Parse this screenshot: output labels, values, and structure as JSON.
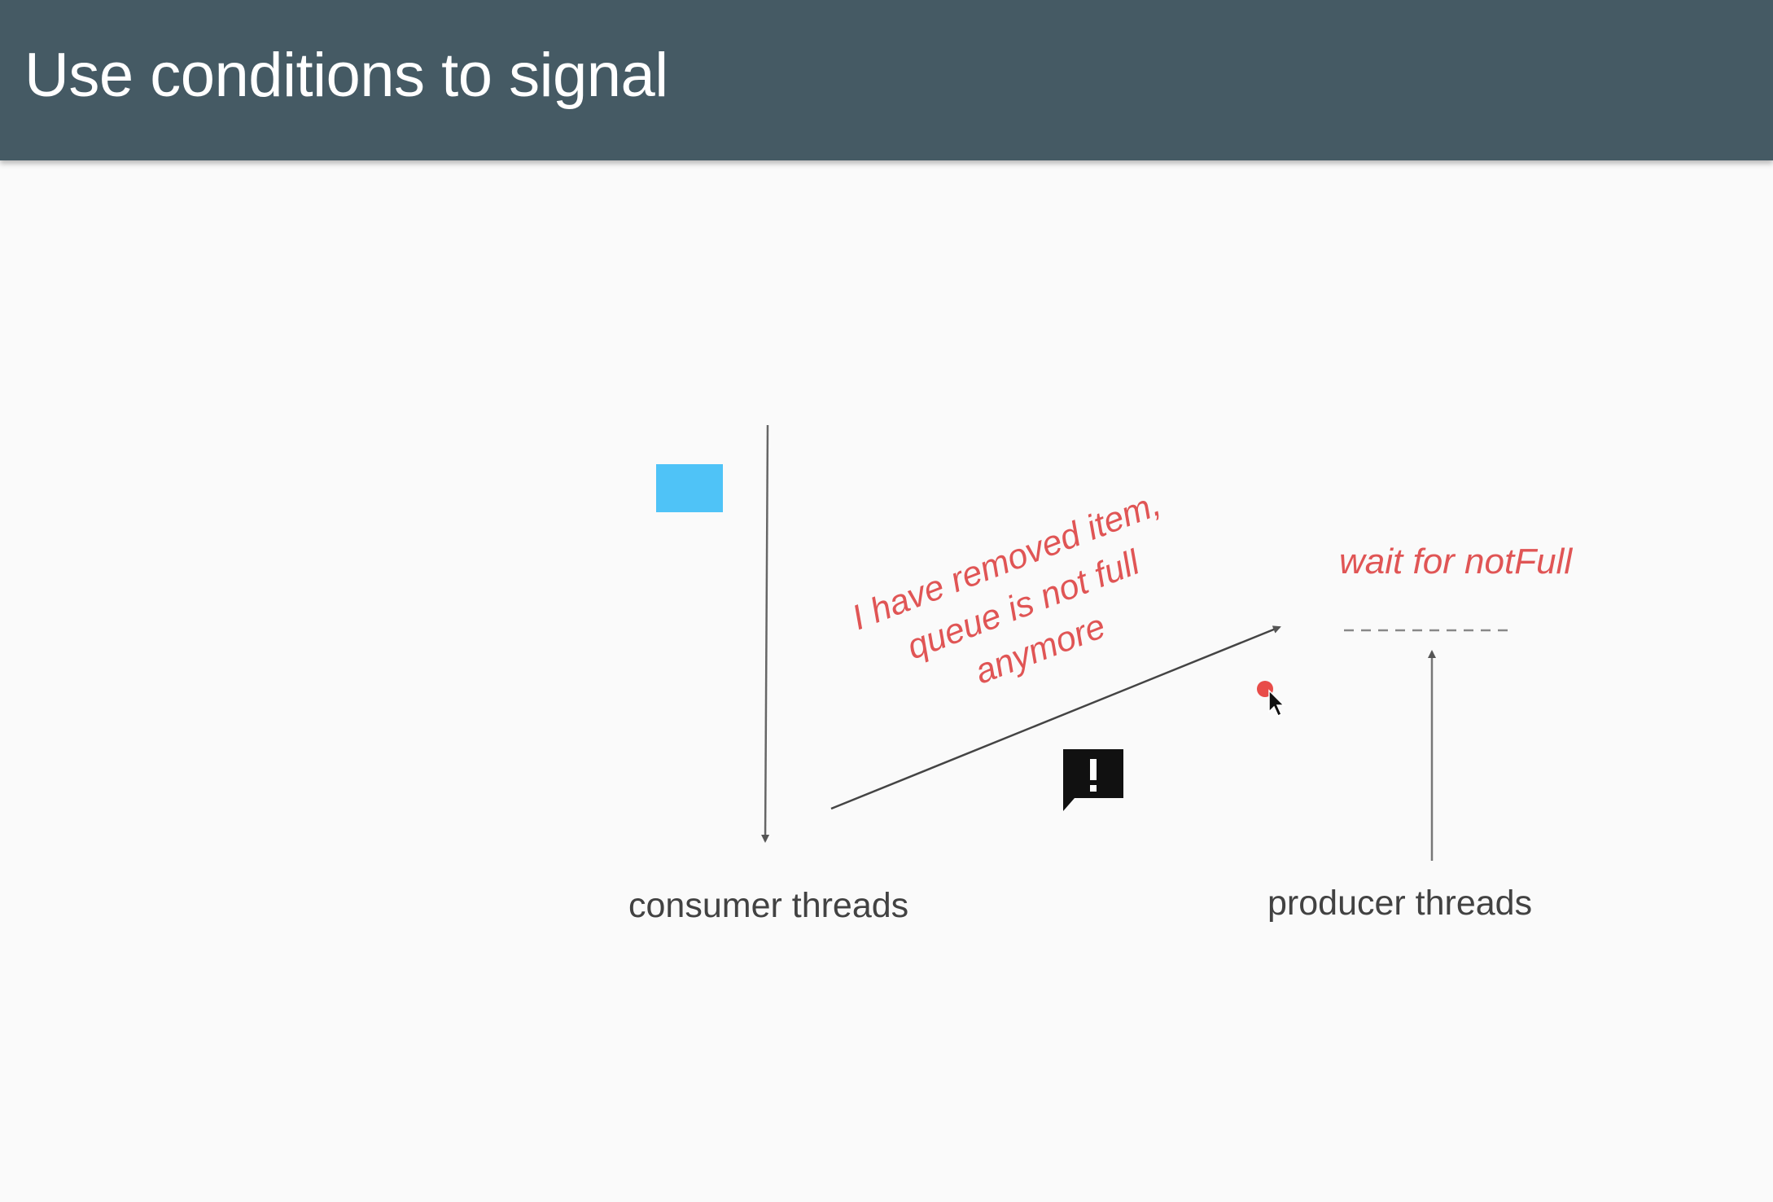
{
  "header": {
    "title": "Use conditions to signal",
    "background": "#455a64"
  },
  "diagram": {
    "consumer_label": "consumer threads",
    "producer_label": "producer threads",
    "wait_label": "wait for notFull",
    "signal_lines": [
      "I have removed item,",
      "queue is not full",
      "anymore"
    ],
    "accent_color": "#e05555",
    "queue_item_color": "#4fc3f7",
    "icons": {
      "alert": "feedback-alert-icon",
      "cursor": "mouse-pointer-icon"
    }
  }
}
